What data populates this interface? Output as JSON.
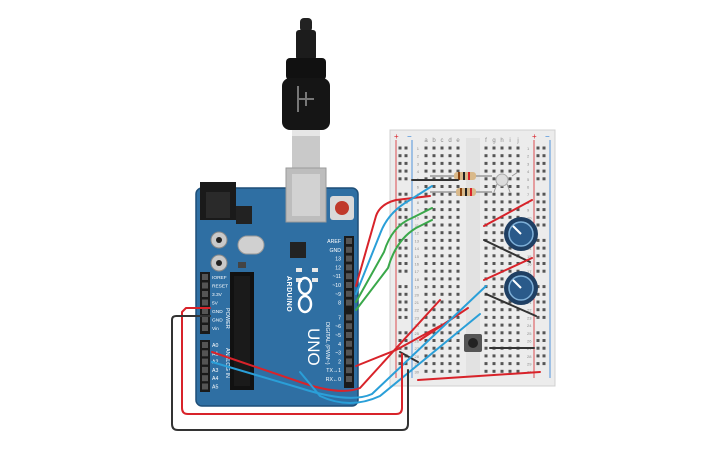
{
  "arduino": {
    "brand": "ARDUINO",
    "model": "UNO",
    "header_digital_label": "DIGITAL (PWM~)",
    "header_power_label": "POWER",
    "header_analog_label": "ANALOG IN",
    "digital_pins": [
      "AREF",
      "GND",
      "13",
      "12",
      "~11",
      "~10",
      "~9",
      "8",
      "7",
      "~6",
      "~5",
      "4",
      "~3",
      "2",
      "TX→1",
      "RX←0"
    ],
    "power_pins": [
      "IOREF",
      "RESET",
      "3.3V",
      "5V",
      "GND",
      "GND",
      "Vin"
    ],
    "analog_pins": [
      "A0",
      "A1",
      "A2",
      "A3",
      "A4",
      "A5"
    ]
  },
  "breadboard": {
    "rail_plus": "+",
    "rail_minus": "−",
    "columns_left": [
      "a",
      "b",
      "c",
      "d",
      "e"
    ],
    "columns_right": [
      "f",
      "g",
      "h",
      "i",
      "j"
    ],
    "row_numbers": [
      "1",
      "2",
      "3",
      "4",
      "5",
      "6",
      "7",
      "8",
      "9",
      "10",
      "11",
      "12",
      "13",
      "14",
      "15",
      "16",
      "17",
      "18",
      "19",
      "20",
      "21",
      "22",
      "23",
      "24",
      "25",
      "26",
      "27",
      "28",
      "29",
      "30"
    ]
  },
  "components": [
    {
      "name": "usb-cable",
      "kind": "USB cable"
    },
    {
      "name": "resistor-1",
      "kind": "resistor"
    },
    {
      "name": "resistor-2",
      "kind": "resistor"
    },
    {
      "name": "led",
      "kind": "LED"
    },
    {
      "name": "potentiometer-1",
      "kind": "potentiometer"
    },
    {
      "name": "potentiometer-2",
      "kind": "potentiometer"
    },
    {
      "name": "pushbutton",
      "kind": "pushbutton"
    }
  ],
  "colors": {
    "board_blue": "#2f6fa3",
    "board_edge": "#1f4f78",
    "breadboard": "#ececec",
    "wire_red": "#d8232a",
    "wire_blue": "#2a9fd8",
    "wire_green": "#3aa84a",
    "wire_black": "#333333"
  }
}
